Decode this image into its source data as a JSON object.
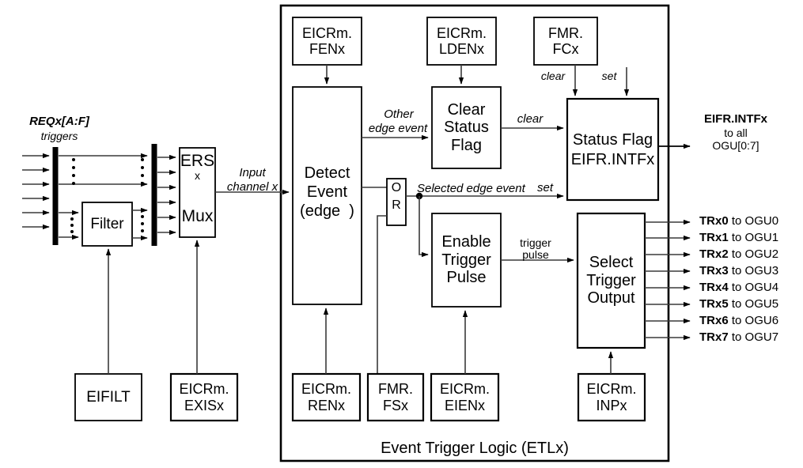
{
  "diagram": {
    "title": "Event Trigger Logic (ETLx)",
    "outer_box_label": "Event Trigger Logic (ETLx)"
  },
  "inputs": {
    "req_label": "REQx[A:F]",
    "req_sublabel": "triggers"
  },
  "blocks": {
    "filter": "Filter",
    "ers_mux_line1": "ERS",
    "ers_mux_line2": "x",
    "ers_mux_line3": "Mux",
    "detect_event_line1": "Detect",
    "detect_event_line2": "Event",
    "detect_event_line3": "(edge  )",
    "or_gate_line1": "O",
    "or_gate_line2": "R",
    "clear_status_flag_line1": "Clear",
    "clear_status_flag_line2": "Status",
    "clear_status_flag_line3": "Flag",
    "status_flag_line1": "Status Flag",
    "status_flag_line2": "EIFR.INTFx",
    "enable_trigger_pulse_line1": "Enable",
    "enable_trigger_pulse_line2": "Trigger",
    "enable_trigger_pulse_line3": "Pulse",
    "select_trigger_output_line1": "Select",
    "select_trigger_output_line2": "Trigger",
    "select_trigger_output_line3": "Output"
  },
  "registers": {
    "eifilt": "EIFILT",
    "eicrm_exisx_line1": "EICRm.",
    "eicrm_exisx_line2": "EXISx",
    "eicrm_fenx_line1": "EICRm.",
    "eicrm_fenx_line2": "FENx",
    "eicrm_ldenx_line1": "EICRm.",
    "eicrm_ldenx_line2": "LDENx",
    "fmr_fcx_line1": "FMR.",
    "fmr_fcx_line2": "FCx",
    "eicrm_renx_line1": "EICRm.",
    "eicrm_renx_line2": "RENx",
    "fmr_fsx_line1": "FMR.",
    "fmr_fsx_line2": "FSx",
    "eicrm_eienx_line1": "EICRm.",
    "eicrm_eienx_line2": "EIENx",
    "eicrm_inpx_line1": "EICRm.",
    "eicrm_inpx_line2": "INPx"
  },
  "signals": {
    "input_channel_line1": "Input",
    "input_channel_line2": "channel x",
    "other_edge_event_line1": "Other",
    "other_edge_event_line2": "edge event",
    "selected_edge_event": "Selected edge event",
    "clear_from_csf": "clear",
    "clear_from_fcx": "clear",
    "set_top": "set",
    "set_to_status": "set",
    "trigger_pulse_line1": "trigger",
    "trigger_pulse_line2": "pulse"
  },
  "outputs": {
    "eifr_intfx_line1": "EIFR.INTFx",
    "eifr_intfx_line2": "to all",
    "eifr_intfx_line3": "OGU[0:7]",
    "triggers": [
      {
        "name": "TRx0",
        "dest": " to OGU0"
      },
      {
        "name": "TRx1",
        "dest": " to OGU1"
      },
      {
        "name": "TRx2",
        "dest": " to OGU2"
      },
      {
        "name": "TRx3",
        "dest": " to OGU3"
      },
      {
        "name": "TRx4",
        "dest": " to OGU4"
      },
      {
        "name": "TRx5",
        "dest": " to OGU5"
      },
      {
        "name": "TRx6",
        "dest": " to OGU6"
      },
      {
        "name": "TRx7",
        "dest": " to OGU7"
      }
    ]
  },
  "colors": {
    "stroke": "#000000",
    "background": "#ffffff",
    "thin_stroke": "#3a3a3a"
  }
}
